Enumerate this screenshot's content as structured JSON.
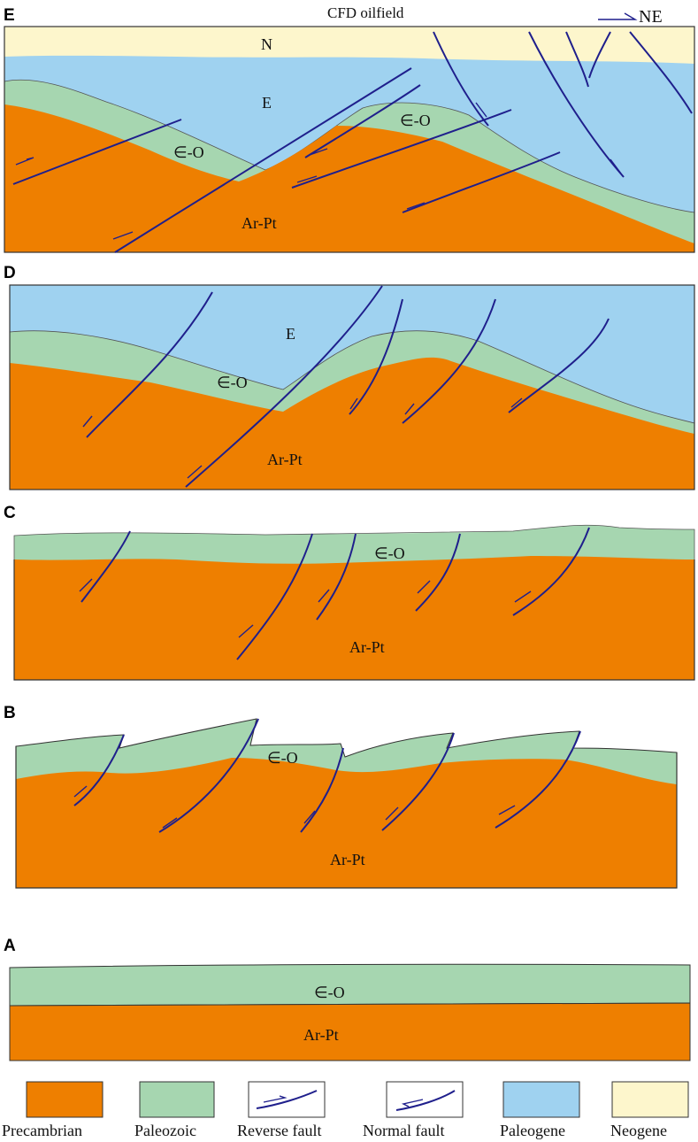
{
  "header": {
    "location_label": "CFD oilfield",
    "direction_label": "NE"
  },
  "colors": {
    "precambrian": "#ee7f00",
    "paleozoic": "#a6d6b0",
    "paleogene": "#9fd2f0",
    "neogene": "#fdf6cc",
    "fault": "#1f1f8c"
  },
  "panels": [
    {
      "id": "E",
      "letter": "E",
      "units": {
        "neogene": "N",
        "paleogene": "E",
        "paleozoic": "∈-O",
        "precambrian": "Ar-Pt"
      }
    },
    {
      "id": "D",
      "letter": "D",
      "units": {
        "paleogene": "E",
        "paleozoic": "∈-O",
        "precambrian": "Ar-Pt"
      }
    },
    {
      "id": "C",
      "letter": "C",
      "units": {
        "paleozoic": "∈-O",
        "precambrian": "Ar-Pt"
      }
    },
    {
      "id": "B",
      "letter": "B",
      "units": {
        "paleozoic": "∈-O",
        "precambrian": "Ar-Pt"
      }
    },
    {
      "id": "A",
      "letter": "A",
      "units": {
        "paleozoic": "∈-O",
        "precambrian": "Ar-Pt"
      }
    }
  ],
  "legend": [
    {
      "label": "Precambrian",
      "swatch": "precambrian"
    },
    {
      "label": "Paleozoic",
      "swatch": "paleozoic"
    },
    {
      "label": "Reverse fault",
      "swatch": "reverse-fault"
    },
    {
      "label": "Normal fault",
      "swatch": "normal-fault"
    },
    {
      "label": "Paleogene",
      "swatch": "paleogene"
    },
    {
      "label": "Neogene",
      "swatch": "neogene"
    }
  ]
}
